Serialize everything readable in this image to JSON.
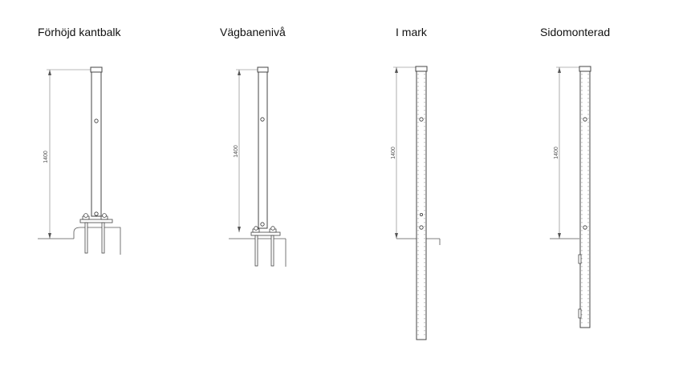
{
  "titles": {
    "raised_curb": "Förhöjd kantbalk",
    "road_level": "Vägbanenivå",
    "in_ground": "I mark",
    "side_mounted": "Sidomonterad"
  },
  "dimension_label": "1400"
}
